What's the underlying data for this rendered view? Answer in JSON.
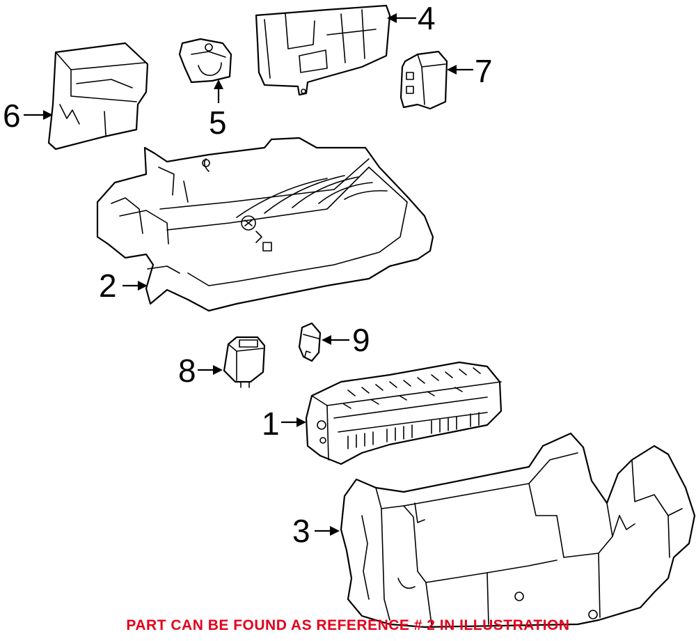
{
  "caption": {
    "text": "PART CAN BE FOUND AS REFERENCE # 2 IN ILLUSTRATION",
    "color": "#e3001b"
  },
  "callouts": [
    "1",
    "2",
    "3",
    "4",
    "5",
    "6",
    "7",
    "8",
    "9"
  ],
  "highlighted_reference": "2"
}
